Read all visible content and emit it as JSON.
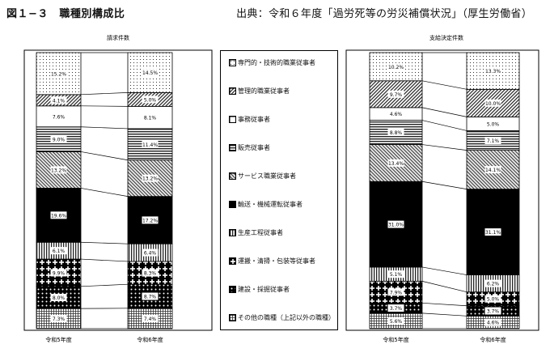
{
  "header": {
    "title": "図１−３　職種別構成比",
    "source": "出典：令和６年度「過労死等の労災補償状況」（厚生労働省）"
  },
  "legend": [
    {
      "label": "専門的・技術的職業従事者",
      "pattern": "dots"
    },
    {
      "label": "管理的職業従事者",
      "pattern": "diagDense"
    },
    {
      "label": "事務従事者",
      "pattern": "white"
    },
    {
      "label": "販売従事者",
      "pattern": "hlines"
    },
    {
      "label": "サービス職業従事者",
      "pattern": "diag"
    },
    {
      "label": "輸送・機械運転従事者",
      "pattern": "black"
    },
    {
      "label": "生産工程従事者",
      "pattern": "vlines"
    },
    {
      "label": "運搬・清掃・包装等従事者",
      "pattern": "crosses"
    },
    {
      "label": "建設・採掘従事者",
      "pattern": "bigdots"
    },
    {
      "label": "その他の職種（上記以外の職種）",
      "pattern": "grid"
    }
  ],
  "chart_data": [
    {
      "type": "bar",
      "stacked": true,
      "percent": true,
      "title": "請求件数",
      "categories": [
        "令和5年度",
        "令和6年度"
      ],
      "series": [
        {
          "name": "その他の職種（上記以外の職種）",
          "values": [
            7.3,
            7.4
          ]
        },
        {
          "name": "建設・採掘従事者",
          "values": [
            8.0,
            8.7
          ]
        },
        {
          "name": "運搬・清掃・包装等従事者",
          "values": [
            9.9,
            8.3
          ]
        },
        {
          "name": "生産工程従事者",
          "values": [
            6.1,
            6.4
          ]
        },
        {
          "name": "輸送・機械運転従事者",
          "values": [
            19.6,
            17.2
          ]
        },
        {
          "name": "サービス職業従事者",
          "values": [
            13.2,
            13.2
          ]
        },
        {
          "name": "販売従事者",
          "values": [
            9.0,
            11.4
          ]
        },
        {
          "name": "事務従事者",
          "values": [
            7.6,
            8.1
          ]
        },
        {
          "name": "管理的職業従事者",
          "values": [
            4.1,
            5.0
          ]
        },
        {
          "name": "専門的・技術的職業従事者",
          "values": [
            15.2,
            14.5
          ]
        }
      ],
      "ylim": [
        0,
        100
      ]
    },
    {
      "type": "bar",
      "stacked": true,
      "percent": true,
      "title": "支給決定件数",
      "categories": [
        "令和5年度",
        "令和6年度"
      ],
      "series": [
        {
          "name": "その他の職種（上記以外の職種）",
          "values": [
            5.6,
            4.6
          ]
        },
        {
          "name": "建設・採掘従事者",
          "values": [
            3.7,
            3.7
          ]
        },
        {
          "name": "運搬・清掃・包装等従事者",
          "values": [
            7.9,
            5.0
          ]
        },
        {
          "name": "生産工程従事者",
          "values": [
            5.1,
            6.2
          ]
        },
        {
          "name": "輸送・機械運転従事者",
          "values": [
            31.0,
            31.1
          ]
        },
        {
          "name": "サービス職業従事者",
          "values": [
            13.4,
            14.1
          ]
        },
        {
          "name": "販売従事者",
          "values": [
            8.8,
            7.1
          ]
        },
        {
          "name": "事務従事者",
          "values": [
            4.6,
            5.0
          ]
        },
        {
          "name": "管理的職業従事者",
          "values": [
            9.7,
            10.0
          ]
        },
        {
          "name": "専門的・技術的職業従事者",
          "values": [
            10.2,
            13.3
          ]
        }
      ],
      "ylim": [
        0,
        100
      ]
    }
  ]
}
